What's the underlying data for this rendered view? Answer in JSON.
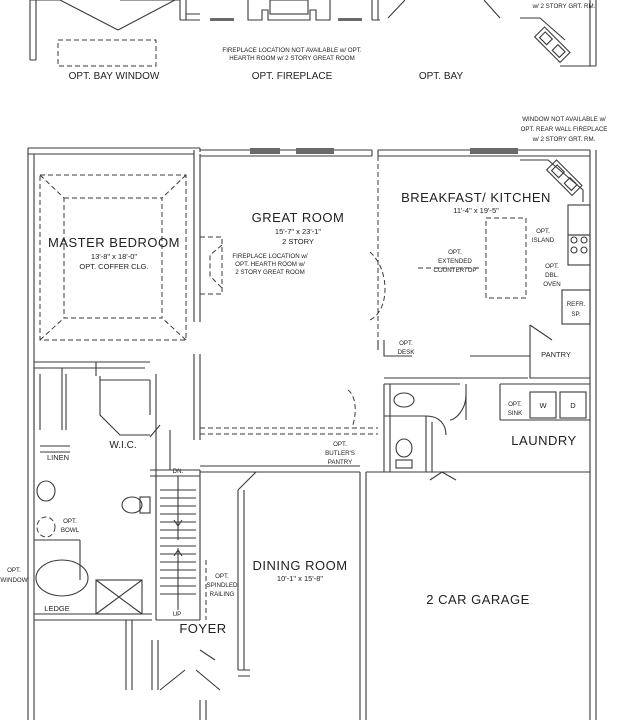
{
  "options_strip": {
    "bay_window": "OPT. BAY WINDOW",
    "fireplace": "OPT. FIREPLACE",
    "bay": "OPT. BAY",
    "fireplace_note_1": "FIREPLACE LOCATION NOT AVAILABLE w/ OPT.",
    "fireplace_note_2": "HEARTH ROOM w/ 2 STORY GREAT ROOM",
    "top_right_note": "w/ 2 STORY GRT. RM."
  },
  "window_note": {
    "line1": "WINDOW NOT AVAILABLE w/",
    "line2": "OPT. REAR WALL FIREPLACE",
    "line3": "w/ 2 STORY GRT. RM."
  },
  "rooms": {
    "master_bedroom": {
      "name": "MASTER BEDROOM",
      "dims": "13'-8\" x 18'-0\"",
      "note": "OPT. COFFER CLG."
    },
    "great_room": {
      "name": "GREAT ROOM",
      "dims": "15'-7\" x 23'-1\"",
      "note": "2 STORY"
    },
    "breakfast_kitchen": {
      "name": "BREAKFAST/ KITCHEN",
      "dims": "11'-4\" x 19'-5\""
    },
    "dining_room": {
      "name": "DINING ROOM",
      "dims": "10'-1\" x 15'-8\""
    },
    "garage": {
      "name": "2 CAR GARAGE"
    },
    "laundry": {
      "name": "LAUNDRY"
    },
    "foyer": {
      "name": "FOYER"
    },
    "wic": {
      "name": "W.I.C."
    },
    "linen": {
      "name": "LINEN"
    },
    "pantry": {
      "name": "PANTRY"
    },
    "ledge": {
      "name": "LEDGE"
    }
  },
  "notes": {
    "fireplace_loc_1": "FIREPLACE LOCATION w/",
    "fireplace_loc_2": "OPT. HEARTH ROOM w/",
    "fireplace_loc_3": "2 STORY GREAT ROOM",
    "ext_counter_1": "OPT.",
    "ext_counter_2": "EXTENDED",
    "ext_counter_3": "COUNTERTOP",
    "island_1": "OPT.",
    "island_2": "ISLAND",
    "oven_1": "OPT.",
    "oven_2": "DBL.",
    "oven_3": "OVEN",
    "refr_1": "REFR.",
    "refr_2": "SP.",
    "desk_1": "OPT.",
    "desk_2": "DESK",
    "butler_1": "OPT.",
    "butler_2": "BUTLER'S",
    "butler_3": "PANTRY",
    "sink_1": "OPT.",
    "sink_2": "SINK",
    "washer": "W",
    "dryer": "D",
    "bowl_1": "OPT.",
    "bowl_2": "BOWL",
    "opt_window_1": "OPT.",
    "opt_window_2": "WINDOW",
    "railing_1": "OPT.",
    "railing_2": "SPINDLED",
    "railing_3": "RAILING",
    "stair_dn": "DN.",
    "stair_up": "UP"
  }
}
